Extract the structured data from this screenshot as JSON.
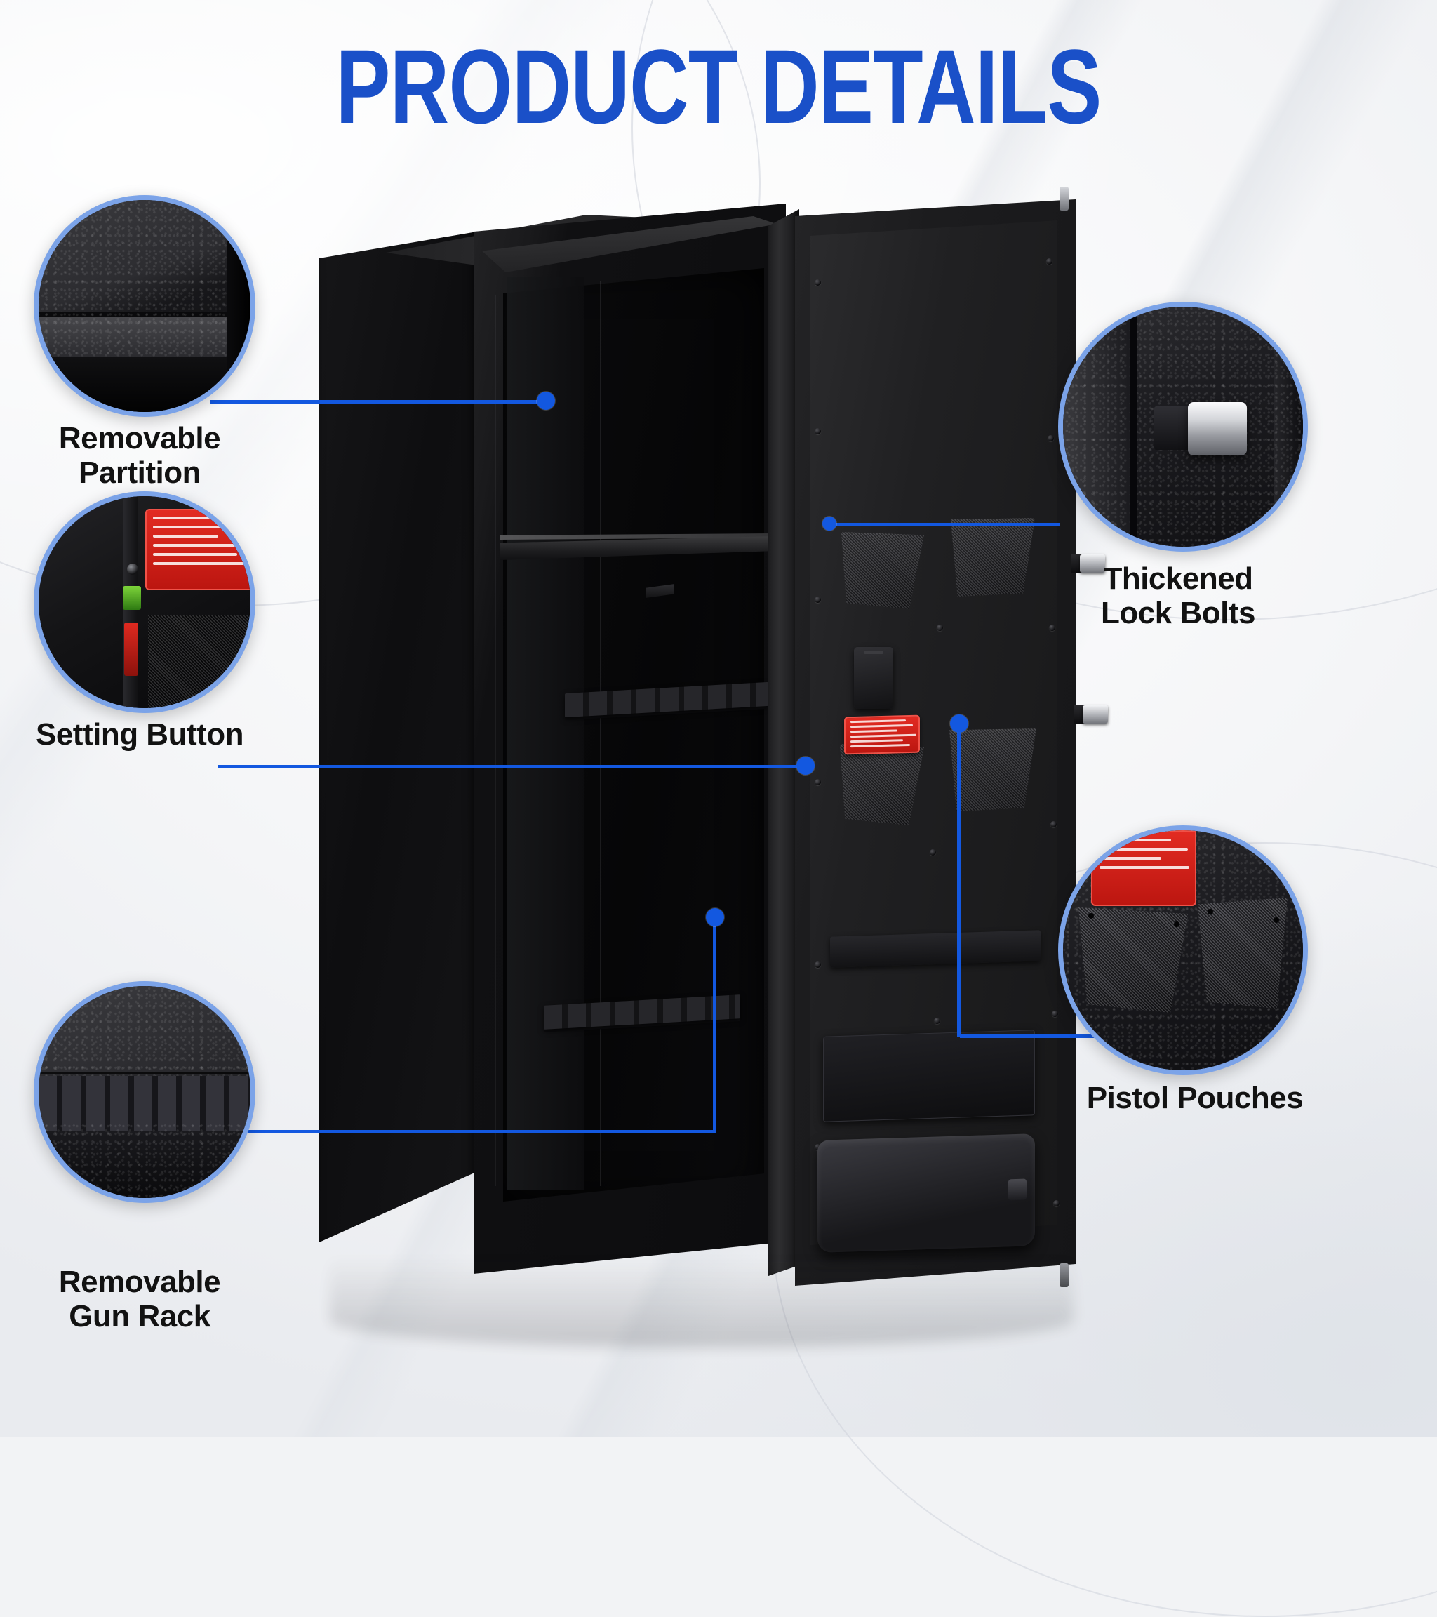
{
  "page": {
    "title": "PRODUCT DETAILS",
    "accent_blue": "#1a50c8",
    "line_blue": "#1358e0",
    "circle_ring_blue": "#7ba3e8",
    "background": "#f2f3f5",
    "product": "gun safe cabinet with open door"
  },
  "callouts": [
    {
      "id": "removable-partition",
      "label": "Removable\nPartition",
      "side": "left",
      "detail": "close-up of the horizontal shelf / partition inside the safe"
    },
    {
      "id": "setting-button",
      "label": "Setting Button",
      "side": "left",
      "detail": "close-up of the interior setting button next to the red warning label"
    },
    {
      "id": "removable-gun-rack",
      "label": "Removable\nGun Rack",
      "side": "left",
      "detail": "close-up of the notched foam gun rack bar"
    },
    {
      "id": "thickened-lock-bolts",
      "label": "Thickened\nLock Bolts",
      "side": "right",
      "detail": "close-up of a chrome lock bolt protruding from the door edge"
    },
    {
      "id": "pistol-pouches",
      "label": "Pistol Pouches",
      "side": "right",
      "detail": "close-up of two mesh pistol pouches on the door panel"
    }
  ],
  "product_parts": {
    "cabinet": "matte black steel cabinet body",
    "door": "open door panel with accessory organizer",
    "shelf": "removable partition shelf",
    "racks": [
      "upper gun rack",
      "lower gun rack"
    ],
    "door_items": [
      "pistol pouch top-left",
      "pistol pouch top-right",
      "pistol pouch mid-left",
      "pistol pouch mid-right",
      "keypad module",
      "red warning label",
      "elastic strap",
      "document pocket",
      "large padded pouch"
    ],
    "lock_bolts_count": 3
  }
}
